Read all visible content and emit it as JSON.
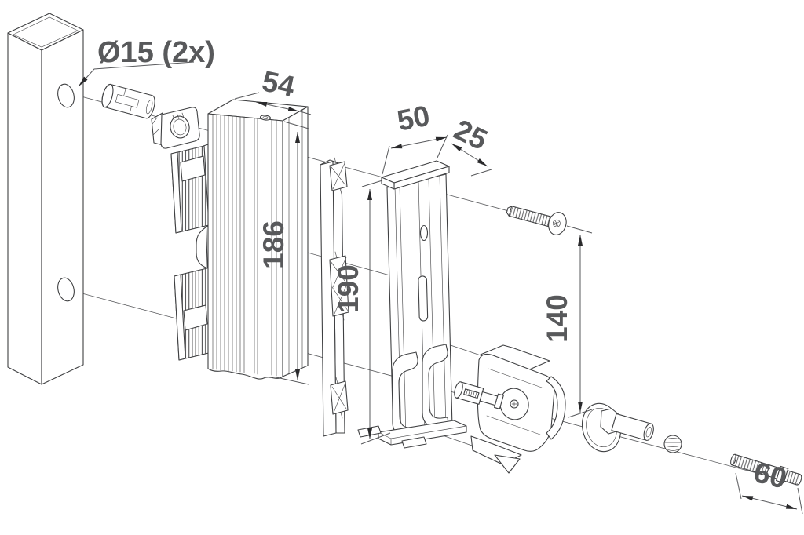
{
  "diagram": {
    "kind": "exploded-assembly technical drawing",
    "subject": "gate latch mounting kit on square post",
    "background": "#ffffff",
    "colors": {
      "drawing_line": "#3f4042",
      "dimension_line": "#57585b",
      "dimension_text": "#58595b",
      "arrowhead": "#2a2a2c"
    },
    "annotations": {
      "hole_diameter": "Ø15 (2x)",
      "profile_depth": "54",
      "profile_height": "186",
      "latch_height": "190",
      "latch_width": "50",
      "latch_top_depth": "25",
      "fixing_distance": "140",
      "rod_length": "60"
    },
    "parts": [
      "square-post",
      "expander-plug",
      "clip-nut",
      "ribbed-insert",
      "aluminium-profile",
      "mounting-strip",
      "latch-slider",
      "countersunk-screw",
      "latch-keeper",
      "wall-bushing",
      "knurled-nut",
      "threaded-rod"
    ]
  }
}
